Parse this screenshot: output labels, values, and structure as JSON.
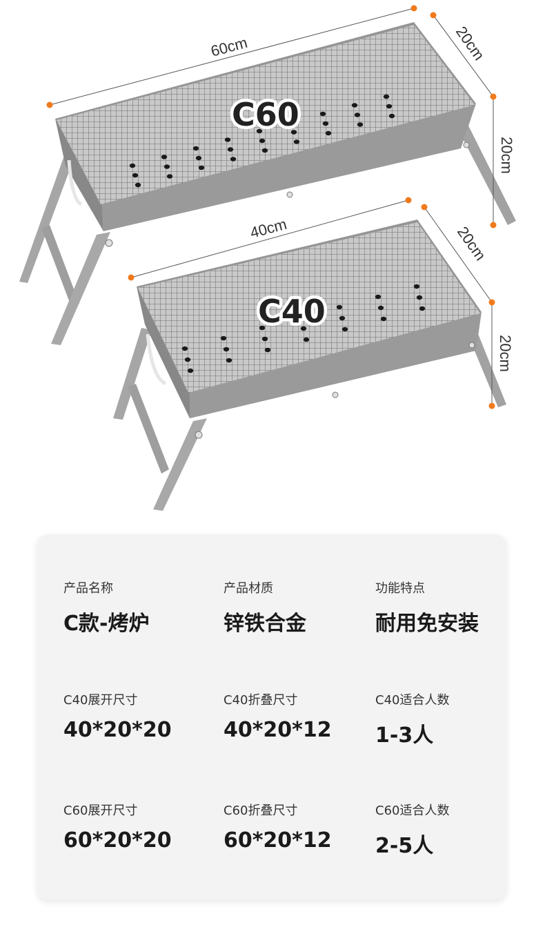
{
  "colors": {
    "grill": "#9b9b9b",
    "grill_dark": "#7c7c7c",
    "grill_light": "#b4b4b4",
    "marker": "#f07a1c",
    "card_bg": "#f3f3f3"
  },
  "grill_large": {
    "model": "C60",
    "length": "60cm",
    "width": "20cm",
    "height": "20cm"
  },
  "grill_small": {
    "model": "C40",
    "length": "40cm",
    "width": "20cm",
    "height": "20cm"
  },
  "specs": {
    "name": {
      "label": "产品名称",
      "value": "C款-烤炉"
    },
    "material": {
      "label": "产品材质",
      "value": "锌铁合金"
    },
    "feature": {
      "label": "功能特点",
      "value": "耐用免安装"
    },
    "c40_open": {
      "label": "C40展开尺寸",
      "value": "40*20*20"
    },
    "c40_folded": {
      "label": "C40折叠尺寸",
      "value": "40*20*12"
    },
    "c40_people": {
      "label": "C40适合人数",
      "value": "1-3人"
    },
    "c60_open": {
      "label": "C60展开尺寸",
      "value": "60*20*20"
    },
    "c60_folded": {
      "label": "C60折叠尺寸",
      "value": "60*20*12"
    },
    "c60_people": {
      "label": "C60适合人数",
      "value": "2-5人"
    }
  }
}
